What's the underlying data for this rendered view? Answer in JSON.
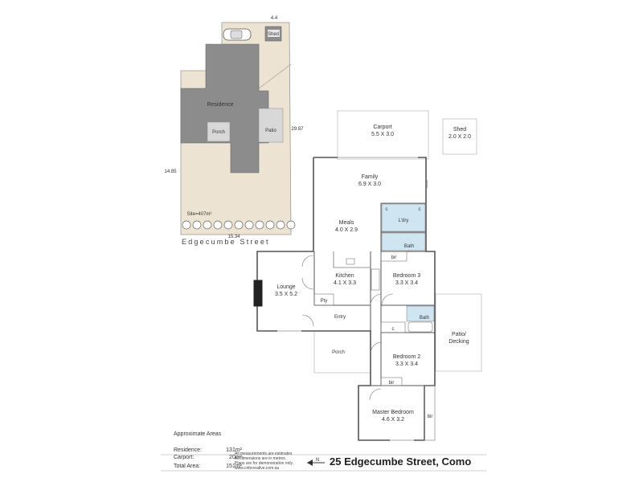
{
  "site_plan": {
    "frontage_dim": "4.4",
    "shed_label": "Shed",
    "residence_label": "Residence",
    "porch_label": "Porch",
    "patio_label": "Patio",
    "side_dim_right": "29.87",
    "side_dim_left": "14.85",
    "bottom_dim": "15.34",
    "site_area": "Site=407m²",
    "street_name": "Edgecumbe Street"
  },
  "floor_plan": {
    "rooms": [
      {
        "name": "Carport",
        "size": "5.5 X 3.0"
      },
      {
        "name": "Shed",
        "size": "2.0 X 2.0"
      },
      {
        "name": "Family",
        "size": "6.9 X 3.0"
      },
      {
        "name": "Meals",
        "size": "4.0 X 2.9"
      },
      {
        "name": "Kitchen",
        "size": "4.1 X 3.3"
      },
      {
        "name": "Lounge",
        "size": "3.5 X 5.2"
      },
      {
        "name": "Bedroom 3",
        "size": "3.3 X 3.4"
      },
      {
        "name": "Bedroom 2",
        "size": "3.3 X 3.4"
      },
      {
        "name": "Master Bedroom",
        "size": "4.6 X 3.2"
      },
      {
        "name": "Patio/",
        "size": "Decking"
      }
    ],
    "small_labels": {
      "laundry": "L'dry",
      "bath_upper": "Bath",
      "bath_lower": "Bath",
      "bir_upper": "bir",
      "bir_mid": "bir",
      "bir_master": "bir",
      "pantry": "Pty",
      "entry": "Entry",
      "porch": "Porch",
      "cupboard_a": "c",
      "cupboard_b": "c",
      "cupboard_c": "c"
    }
  },
  "areas": {
    "title": "Approximate Areas",
    "rows": [
      {
        "label": "Residence:",
        "value": "131m²"
      },
      {
        "label": "Carport:",
        "value": "20m²"
      },
      {
        "label": "Total Area:",
        "value": "151m²"
      }
    ]
  },
  "disclaimer": {
    "line1": "All measurements are estimates",
    "line2": "All dimensions are in metres.",
    "line3": "Plans are for demonstration only.",
    "line4": "www.cribcreative.com.au"
  },
  "north_label": "N",
  "address": "25 Edgecumbe Street, Como",
  "colors": {
    "site": "#ede3d2",
    "residence": "#8c8c8c",
    "wet_area": "#cfe6f2",
    "wall": "#555555"
  }
}
